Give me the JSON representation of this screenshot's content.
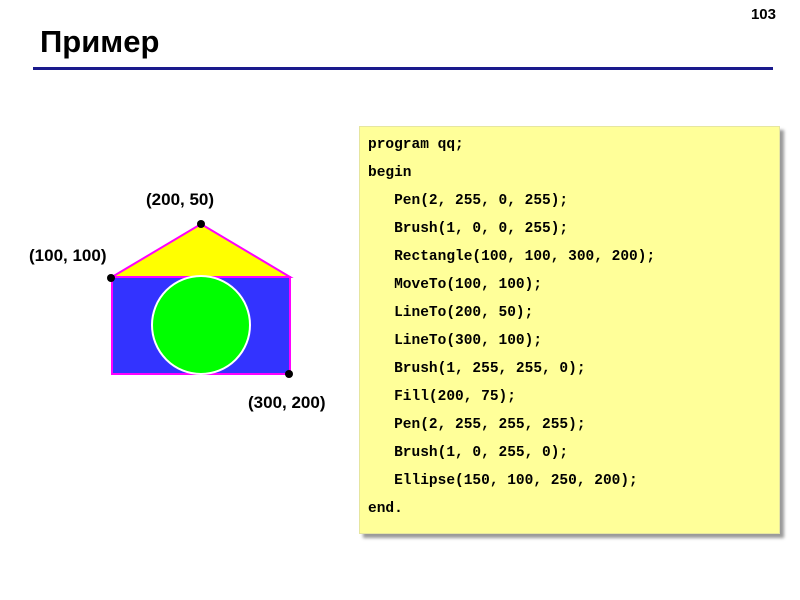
{
  "slide": {
    "page_number": "103",
    "title": "Пример"
  },
  "figure": {
    "labels": {
      "apex": "(200, 50)",
      "top_left": "(100, 100)",
      "bottom_right": "(300, 200)"
    },
    "colors": {
      "pen": "#ff00ff",
      "rectangle_fill": "#3333ff",
      "roof_fill": "#ffff00",
      "circle_fill": "#00ff00",
      "circle_outline": "#ffffff",
      "points": "#000000"
    }
  },
  "code": {
    "lines": [
      "program qq;",
      "begin",
      "   Pen(2, 255, 0, 255);",
      "   Brush(1, 0, 0, 255);",
      "   Rectangle(100, 100, 300, 200);",
      "   MoveTo(100, 100);",
      "   LineTo(200, 50);",
      "   LineTo(300, 100);",
      "   Brush(1, 255, 255, 0);",
      "   Fill(200, 75);",
      "   Pen(2, 255, 255, 255);",
      "   Brush(1, 0, 255, 0);",
      "   Ellipse(150, 100, 250, 200);",
      "end."
    ]
  }
}
